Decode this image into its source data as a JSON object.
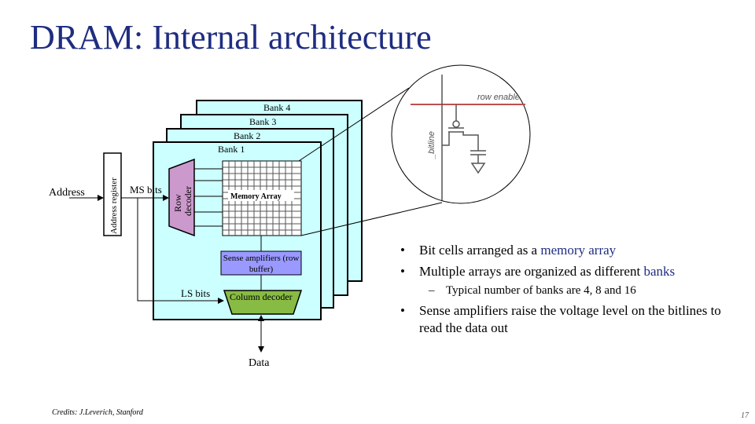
{
  "title": "DRAM: Internal architecture",
  "diagram": {
    "banks": [
      "Bank 4",
      "Bank 3",
      "Bank 2",
      "Bank 1"
    ],
    "address_label": "Address",
    "address_register_label": "Address register",
    "ms_bits_label": "MS bits",
    "row_decoder_label_line1": "Row",
    "row_decoder_label_line2": "decoder",
    "memory_array_label": "Memory Array",
    "sense_amp_label_line1": "Sense amplifiers (row",
    "sense_amp_label_line2": "buffer)",
    "ls_bits_label": "LS bits",
    "column_decoder_label": "Column decoder",
    "data_label": "Data",
    "cell_row_enable_label": "row enable",
    "cell_bitline_label": "_bitline"
  },
  "colors": {
    "title": "#1f2d80",
    "bank_fill": "#ccffff",
    "decoder_fill": "#cc99cc",
    "sense_fill": "#9999ff",
    "column_decoder_fill": "#88bb44",
    "row_enable_line": "#c0504d",
    "highlight": "#1f2d80"
  },
  "bullets": {
    "b1_prefix": "Bit cells arranged as a ",
    "b1_highlight": "memory array",
    "b2_prefix": "Multiple arrays are organized as different ",
    "b2_highlight": "banks",
    "sub1": "Typical number of banks are 4, 8 and 16",
    "b3": "Sense amplifiers raise the voltage level on the bitlines to read the data out"
  },
  "credit": "Credits: J.Leverich, Stanford",
  "page_number": "17"
}
